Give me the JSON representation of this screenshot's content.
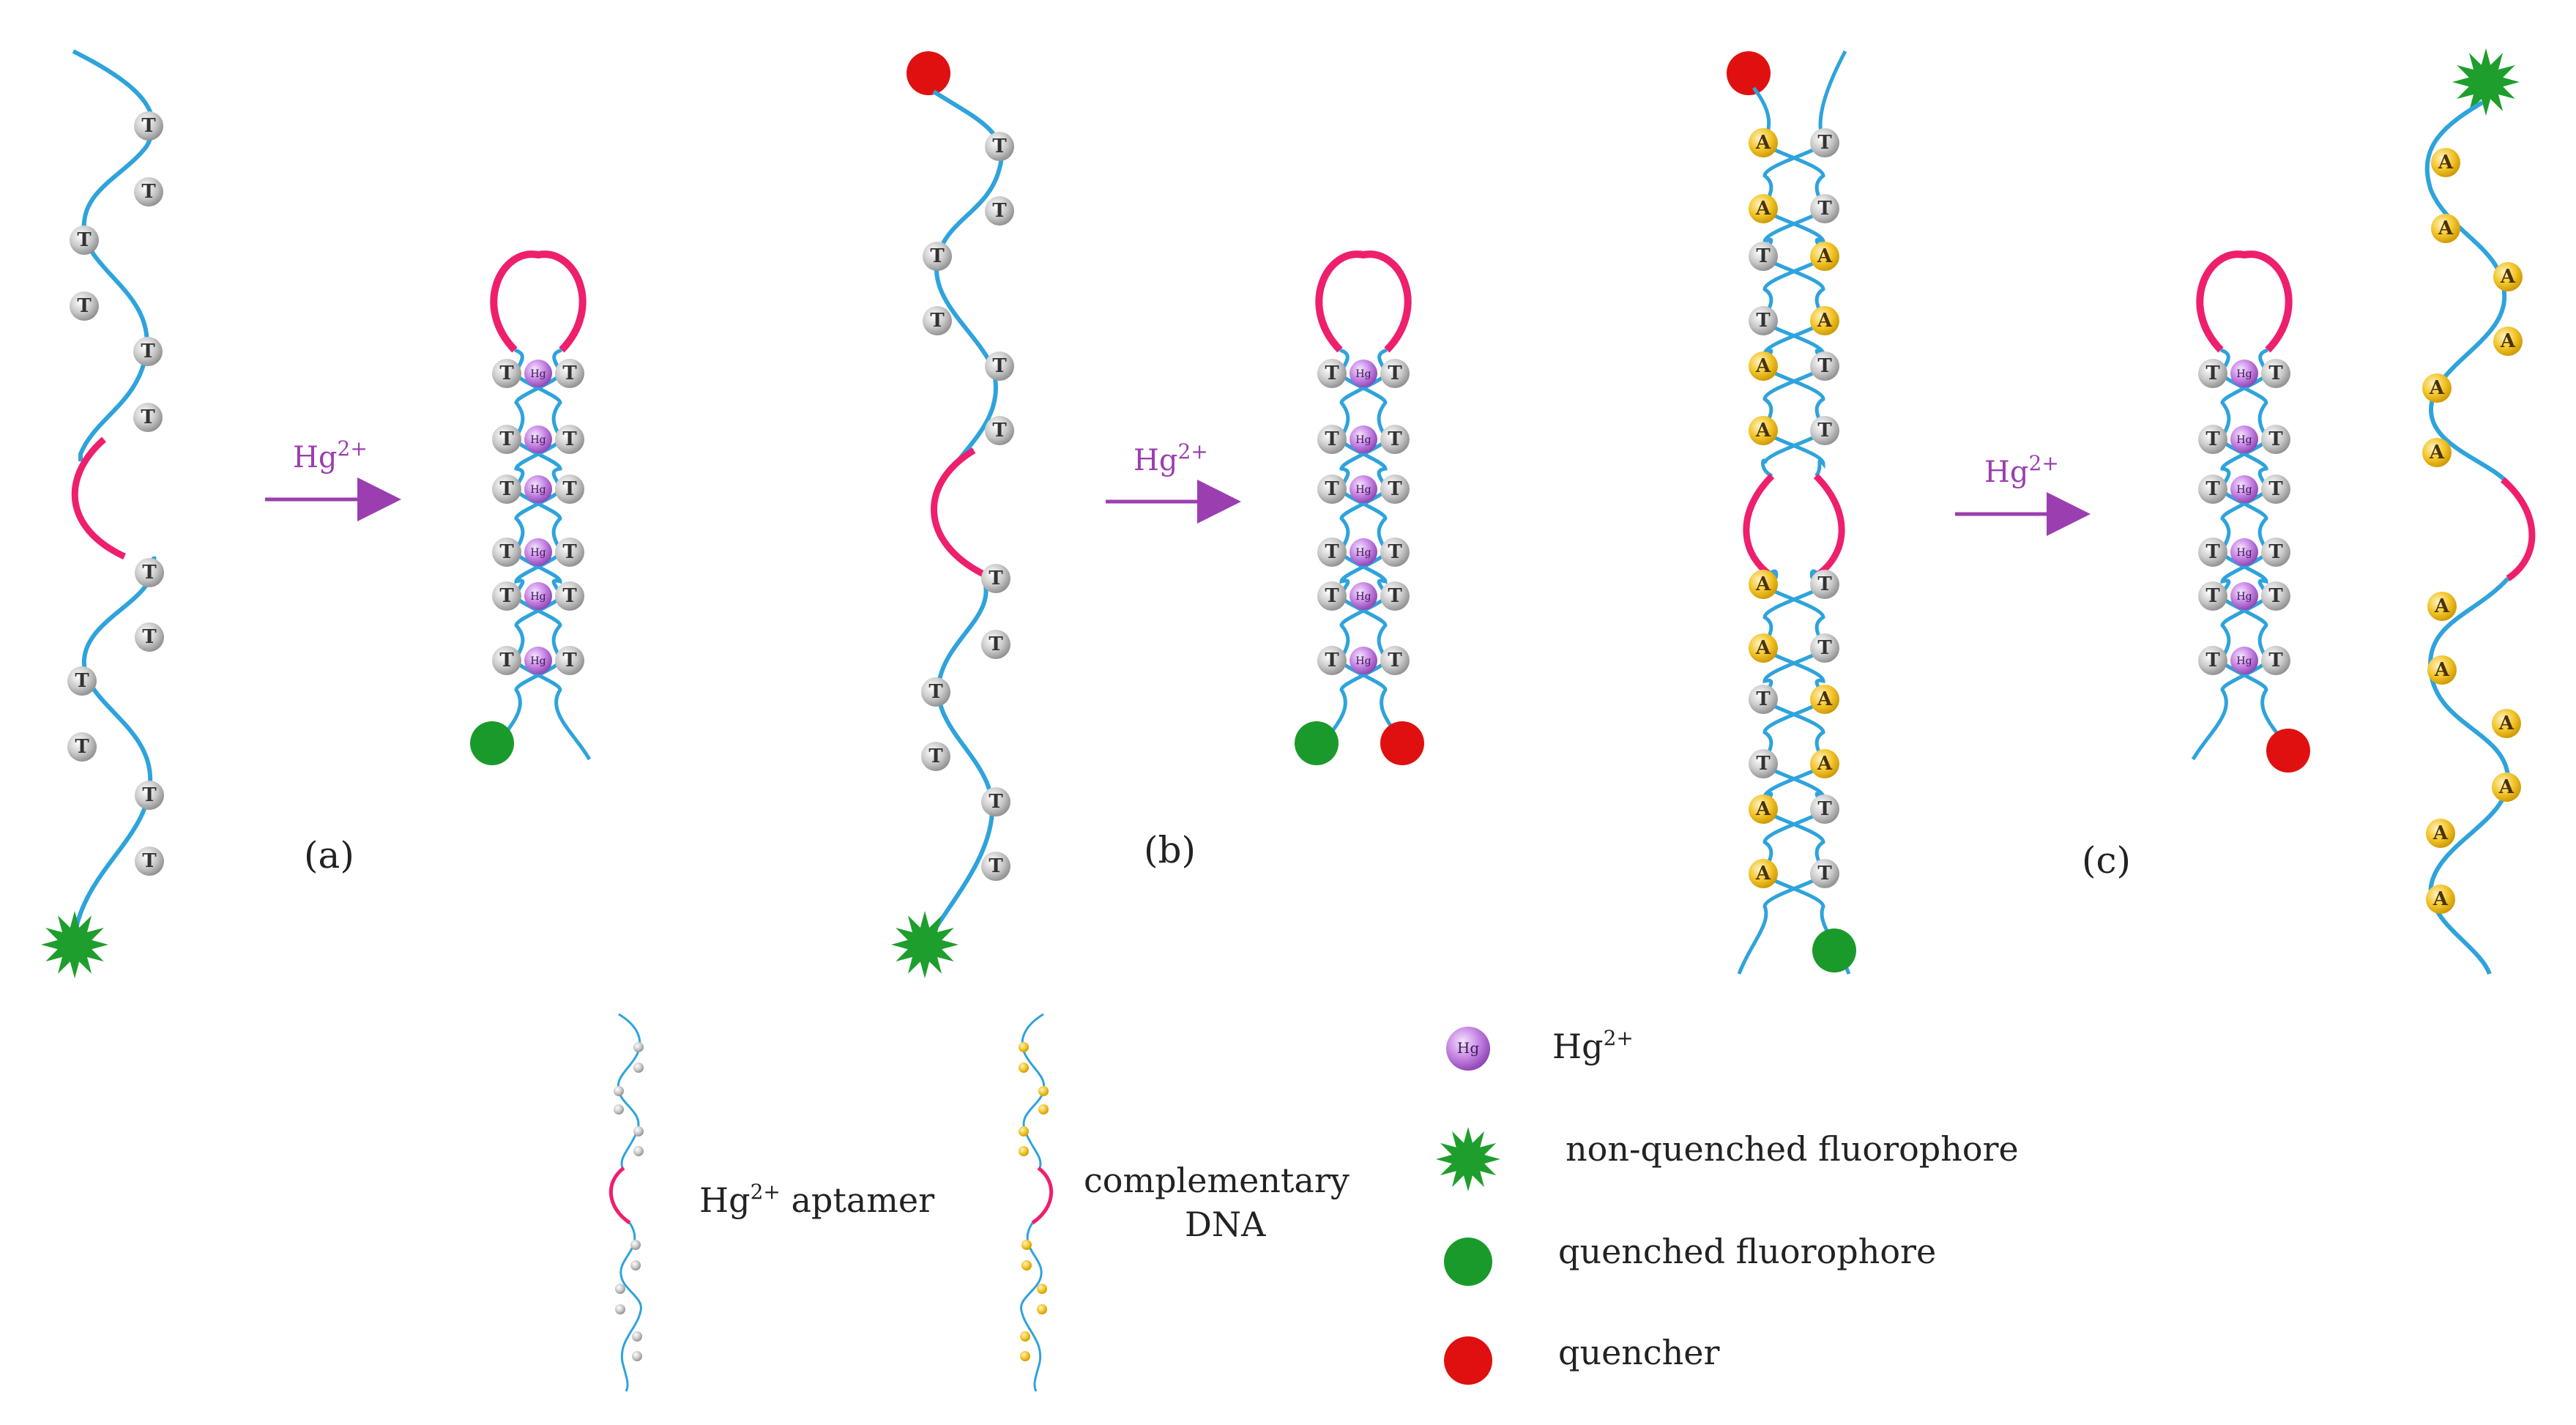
{
  "figure": {
    "panel_labels": [
      "(a)",
      "(b)",
      "(c)"
    ],
    "arrow_label": "Hg",
    "arrow_label_sup": "2+"
  },
  "bases": {
    "thymine": "T",
    "adenine": "A",
    "mercury": "Hg"
  },
  "legend": {
    "aptamer_label": "Hg",
    "aptamer_sup": "2+",
    "aptamer_suffix": " aptamer",
    "complementary_line1": "complementary",
    "complementary_line2": "DNA",
    "hg_label": "Hg",
    "hg_sup": "2+",
    "non_quenched": "non-quenched fluorophore",
    "quenched": "quenched fluorophore",
    "quencher": "quencher"
  },
  "colors": {
    "strand": "#2ea3dc",
    "loop": "#ee1f6d",
    "thymine": "#b5b5b5",
    "adenine": "#f3c52a",
    "mercury": "#b76fd3",
    "non_quenched_fluorophore": "#1e9e2c",
    "quenched_fluorophore": "#1a9a2a",
    "quencher": "#e01010",
    "arrow": "#9b3fb0"
  }
}
